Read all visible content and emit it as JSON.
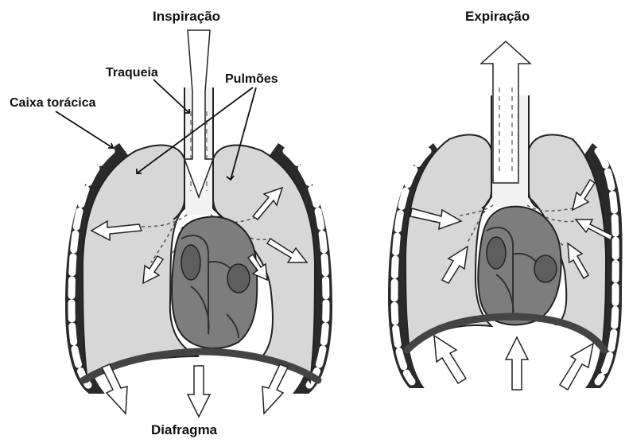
{
  "labels": {
    "inspiration": "Inspiração",
    "expiration": "Expiração",
    "trachea": "Traqueia",
    "lungs": "Pulmões",
    "ribcage": "Caixa torácica",
    "diaphragm": "Diafragma"
  },
  "colors": {
    "lung_fill": "#d7d7d7",
    "heart_fill": "#7d7d7d",
    "heart_dark": "#5e5e5e",
    "diaphragm": "#444444",
    "outline": "#222222"
  }
}
